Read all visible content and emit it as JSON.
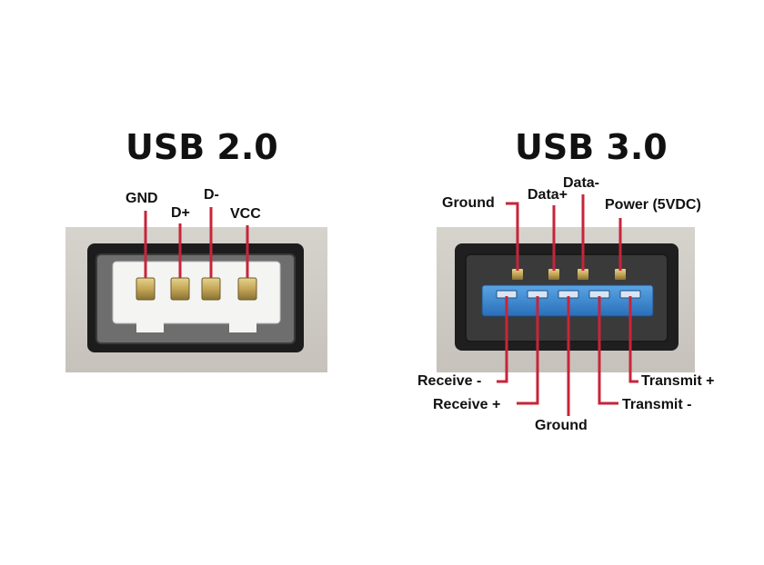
{
  "usb2": {
    "title": "USB 2.0",
    "pins": {
      "gnd": "GND",
      "dplus": "D+",
      "dminus": "D-",
      "vcc": "VCC"
    }
  },
  "usb3": {
    "title": "USB 3.0",
    "top_pins": {
      "ground": "Ground",
      "data_plus": "Data+",
      "data_minus": "Data-",
      "power": "Power (5VDC)"
    },
    "bottom_pins": {
      "receive_minus": "Receive -",
      "receive_plus": "Receive +",
      "ground": "Ground",
      "transmit_minus": "Transmit -",
      "transmit_plus": "Transmit +"
    }
  },
  "colors": {
    "leader_line": "#c8243a",
    "usb3_tongue": "#3c86cc",
    "pin_gold": "#c4a657",
    "housing_gray": "#cfcbc4"
  }
}
